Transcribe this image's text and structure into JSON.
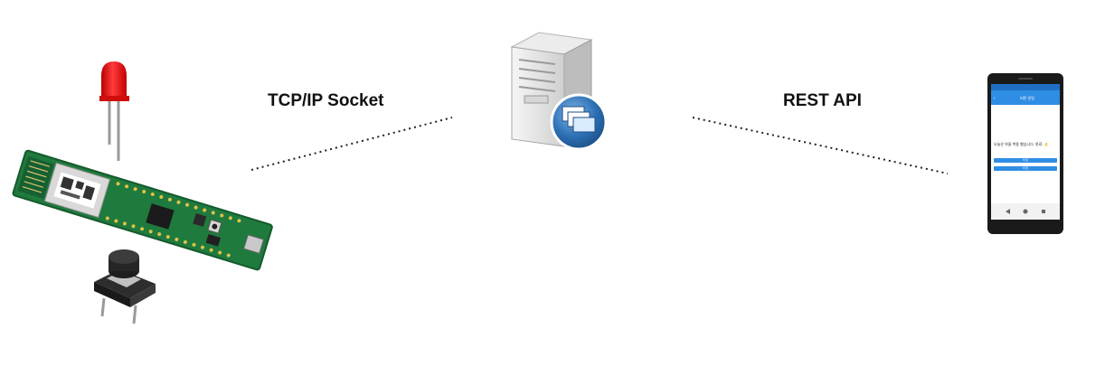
{
  "connections": {
    "left_label": "TCP/IP Socket",
    "right_label": "REST API"
  },
  "devices": {
    "led": "led-icon",
    "board": "microcontroller-board-icon",
    "button": "tactile-push-button-icon",
    "server": "server-icon",
    "phone": "smartphone-icon"
  },
  "phone_screen": {
    "app_bar_title": "버튼 알림",
    "message": "오늘은 약을 복용 했습니다. 완료. 👌",
    "button_1": "버 튼",
    "button_2": "버 튼"
  },
  "colors": {
    "board": "#1f7a3d",
    "led": "#e11b1b",
    "server_badge": "#2c6fb3",
    "phone_accent": "#2f8de4"
  }
}
